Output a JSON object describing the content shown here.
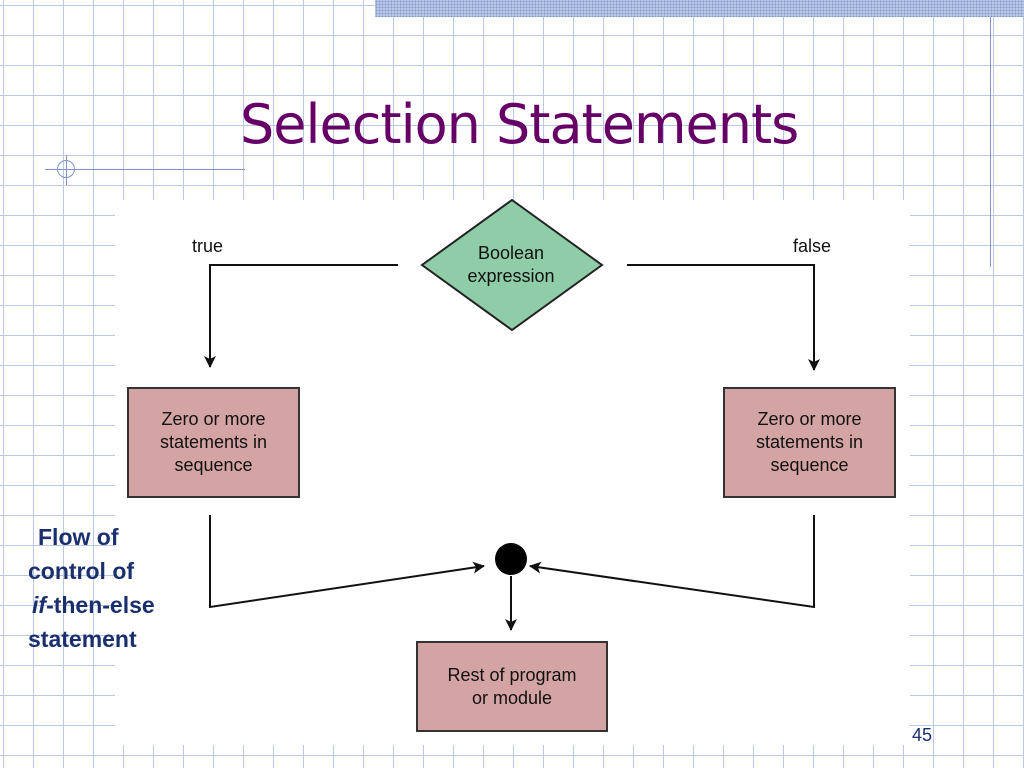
{
  "slide": {
    "title": "Selection Statements",
    "page_number": "45"
  },
  "diagram": {
    "condition": "Boolean\nexpression",
    "true_label": "true",
    "false_label": "false",
    "true_branch": "Zero or more\nstatements in\nsequence",
    "false_branch": "Zero or more\nstatements in\nsequence",
    "rest": "Rest of program\nor module"
  },
  "caption": {
    "line1": "Flow of",
    "line2": "control of",
    "line3_italic": "if",
    "line3_rest": "-then-else",
    "line4": "statement"
  },
  "colors": {
    "title": "#660066",
    "diamond_fill": "#8fcca8",
    "box_fill": "#d4a3a3",
    "caption": "#1a2f6e",
    "grid": "#b9c8e6"
  }
}
